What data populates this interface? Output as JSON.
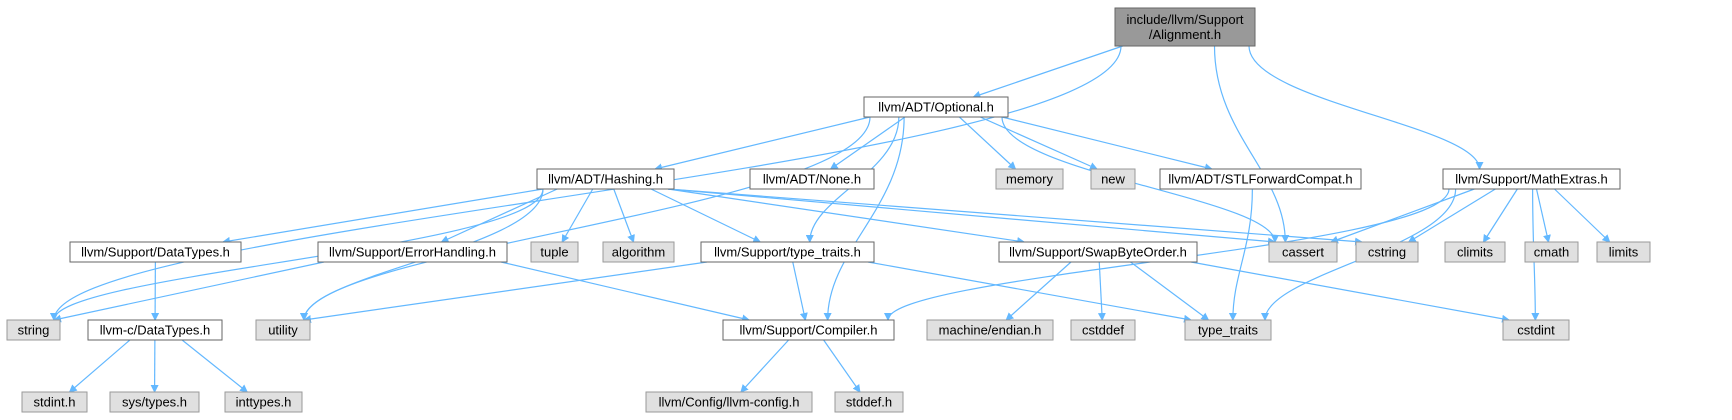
{
  "colors": {
    "edge": "#63b8ff",
    "root_fill": "#999999",
    "root_border": "#666666",
    "header_fill": "#ffffff",
    "header_border": "#666666",
    "system_fill": "#e0e0e0",
    "system_border": "#999999"
  },
  "nodes": [
    {
      "id": "alignment",
      "kind": "root",
      "label": "include/llvm/Support\n/Alignment.h"
    },
    {
      "id": "optional",
      "kind": "header",
      "label": "llvm/ADT/Optional.h"
    },
    {
      "id": "mathextras",
      "kind": "header",
      "label": "llvm/Support/MathExtras.h"
    },
    {
      "id": "hashing",
      "kind": "header",
      "label": "llvm/ADT/Hashing.h"
    },
    {
      "id": "none",
      "kind": "header",
      "label": "llvm/ADT/None.h"
    },
    {
      "id": "memory",
      "kind": "system",
      "label": "memory"
    },
    {
      "id": "new",
      "kind": "system",
      "label": "new"
    },
    {
      "id": "stlfwd",
      "kind": "header",
      "label": "llvm/ADT/STLForwardCompat.h"
    },
    {
      "id": "datatypes",
      "kind": "header",
      "label": "llvm/Support/DataTypes.h"
    },
    {
      "id": "errorhandling",
      "kind": "header",
      "label": "llvm/Support/ErrorHandling.h"
    },
    {
      "id": "tuple",
      "kind": "system",
      "label": "tuple"
    },
    {
      "id": "algorithm",
      "kind": "system",
      "label": "algorithm"
    },
    {
      "id": "typetraitsh",
      "kind": "header",
      "label": "llvm/Support/type_traits.h"
    },
    {
      "id": "swapbyteorder",
      "kind": "header",
      "label": "llvm/Support/SwapByteOrder.h"
    },
    {
      "id": "cassert",
      "kind": "system",
      "label": "cassert"
    },
    {
      "id": "cstring",
      "kind": "system",
      "label": "cstring"
    },
    {
      "id": "climits",
      "kind": "system",
      "label": "climits"
    },
    {
      "id": "cmath",
      "kind": "system",
      "label": "cmath"
    },
    {
      "id": "limits",
      "kind": "system",
      "label": "limits"
    },
    {
      "id": "string",
      "kind": "system",
      "label": "string"
    },
    {
      "id": "cdatatypes",
      "kind": "header",
      "label": "llvm-c/DataTypes.h"
    },
    {
      "id": "utility",
      "kind": "system",
      "label": "utility"
    },
    {
      "id": "compiler",
      "kind": "header",
      "label": "llvm/Support/Compiler.h"
    },
    {
      "id": "endian",
      "kind": "system",
      "label": "machine/endian.h"
    },
    {
      "id": "cstddef",
      "kind": "system",
      "label": "cstddef"
    },
    {
      "id": "type_traits",
      "kind": "system",
      "label": "type_traits"
    },
    {
      "id": "cstdint",
      "kind": "system",
      "label": "cstdint"
    },
    {
      "id": "stdint",
      "kind": "system",
      "label": "stdint.h"
    },
    {
      "id": "systypes",
      "kind": "system",
      "label": "sys/types.h"
    },
    {
      "id": "inttypes",
      "kind": "system",
      "label": "inttypes.h"
    },
    {
      "id": "llvmconfig",
      "kind": "system",
      "label": "llvm/Config/llvm-config.h"
    },
    {
      "id": "stddef",
      "kind": "system",
      "label": "stddef.h"
    }
  ],
  "edges": [
    [
      "alignment",
      "string"
    ],
    [
      "alignment",
      "optional"
    ],
    [
      "alignment",
      "cassert"
    ],
    [
      "alignment",
      "mathextras"
    ],
    [
      "optional",
      "hashing"
    ],
    [
      "optional",
      "none"
    ],
    [
      "optional",
      "memory"
    ],
    [
      "optional",
      "new"
    ],
    [
      "optional",
      "stlfwd"
    ],
    [
      "optional",
      "typetraitsh"
    ],
    [
      "optional",
      "compiler"
    ],
    [
      "optional",
      "cassert"
    ],
    [
      "optional",
      "utility"
    ],
    [
      "hashing",
      "datatypes"
    ],
    [
      "hashing",
      "errorhandling"
    ],
    [
      "hashing",
      "tuple"
    ],
    [
      "hashing",
      "algorithm"
    ],
    [
      "hashing",
      "typetraitsh"
    ],
    [
      "hashing",
      "swapbyteorder"
    ],
    [
      "hashing",
      "cassert"
    ],
    [
      "hashing",
      "cstring"
    ],
    [
      "hashing",
      "string"
    ],
    [
      "hashing",
      "utility"
    ],
    [
      "datatypes",
      "cdatatypes"
    ],
    [
      "cdatatypes",
      "stdint"
    ],
    [
      "cdatatypes",
      "systypes"
    ],
    [
      "cdatatypes",
      "inttypes"
    ],
    [
      "errorhandling",
      "string"
    ],
    [
      "errorhandling",
      "compiler"
    ],
    [
      "typetraitsh",
      "utility"
    ],
    [
      "typetraitsh",
      "compiler"
    ],
    [
      "typetraitsh",
      "type_traits"
    ],
    [
      "swapbyteorder",
      "endian"
    ],
    [
      "swapbyteorder",
      "cstddef"
    ],
    [
      "swapbyteorder",
      "type_traits"
    ],
    [
      "swapbyteorder",
      "cstdint"
    ],
    [
      "stlfwd",
      "type_traits"
    ],
    [
      "compiler",
      "llvmconfig"
    ],
    [
      "compiler",
      "stddef"
    ],
    [
      "mathextras",
      "compiler"
    ],
    [
      "mathextras",
      "cassert"
    ],
    [
      "mathextras",
      "cstring"
    ],
    [
      "mathextras",
      "climits"
    ],
    [
      "mathextras",
      "cmath"
    ],
    [
      "mathextras",
      "limits"
    ],
    [
      "mathextras",
      "type_traits"
    ],
    [
      "mathextras",
      "cstdint"
    ]
  ]
}
